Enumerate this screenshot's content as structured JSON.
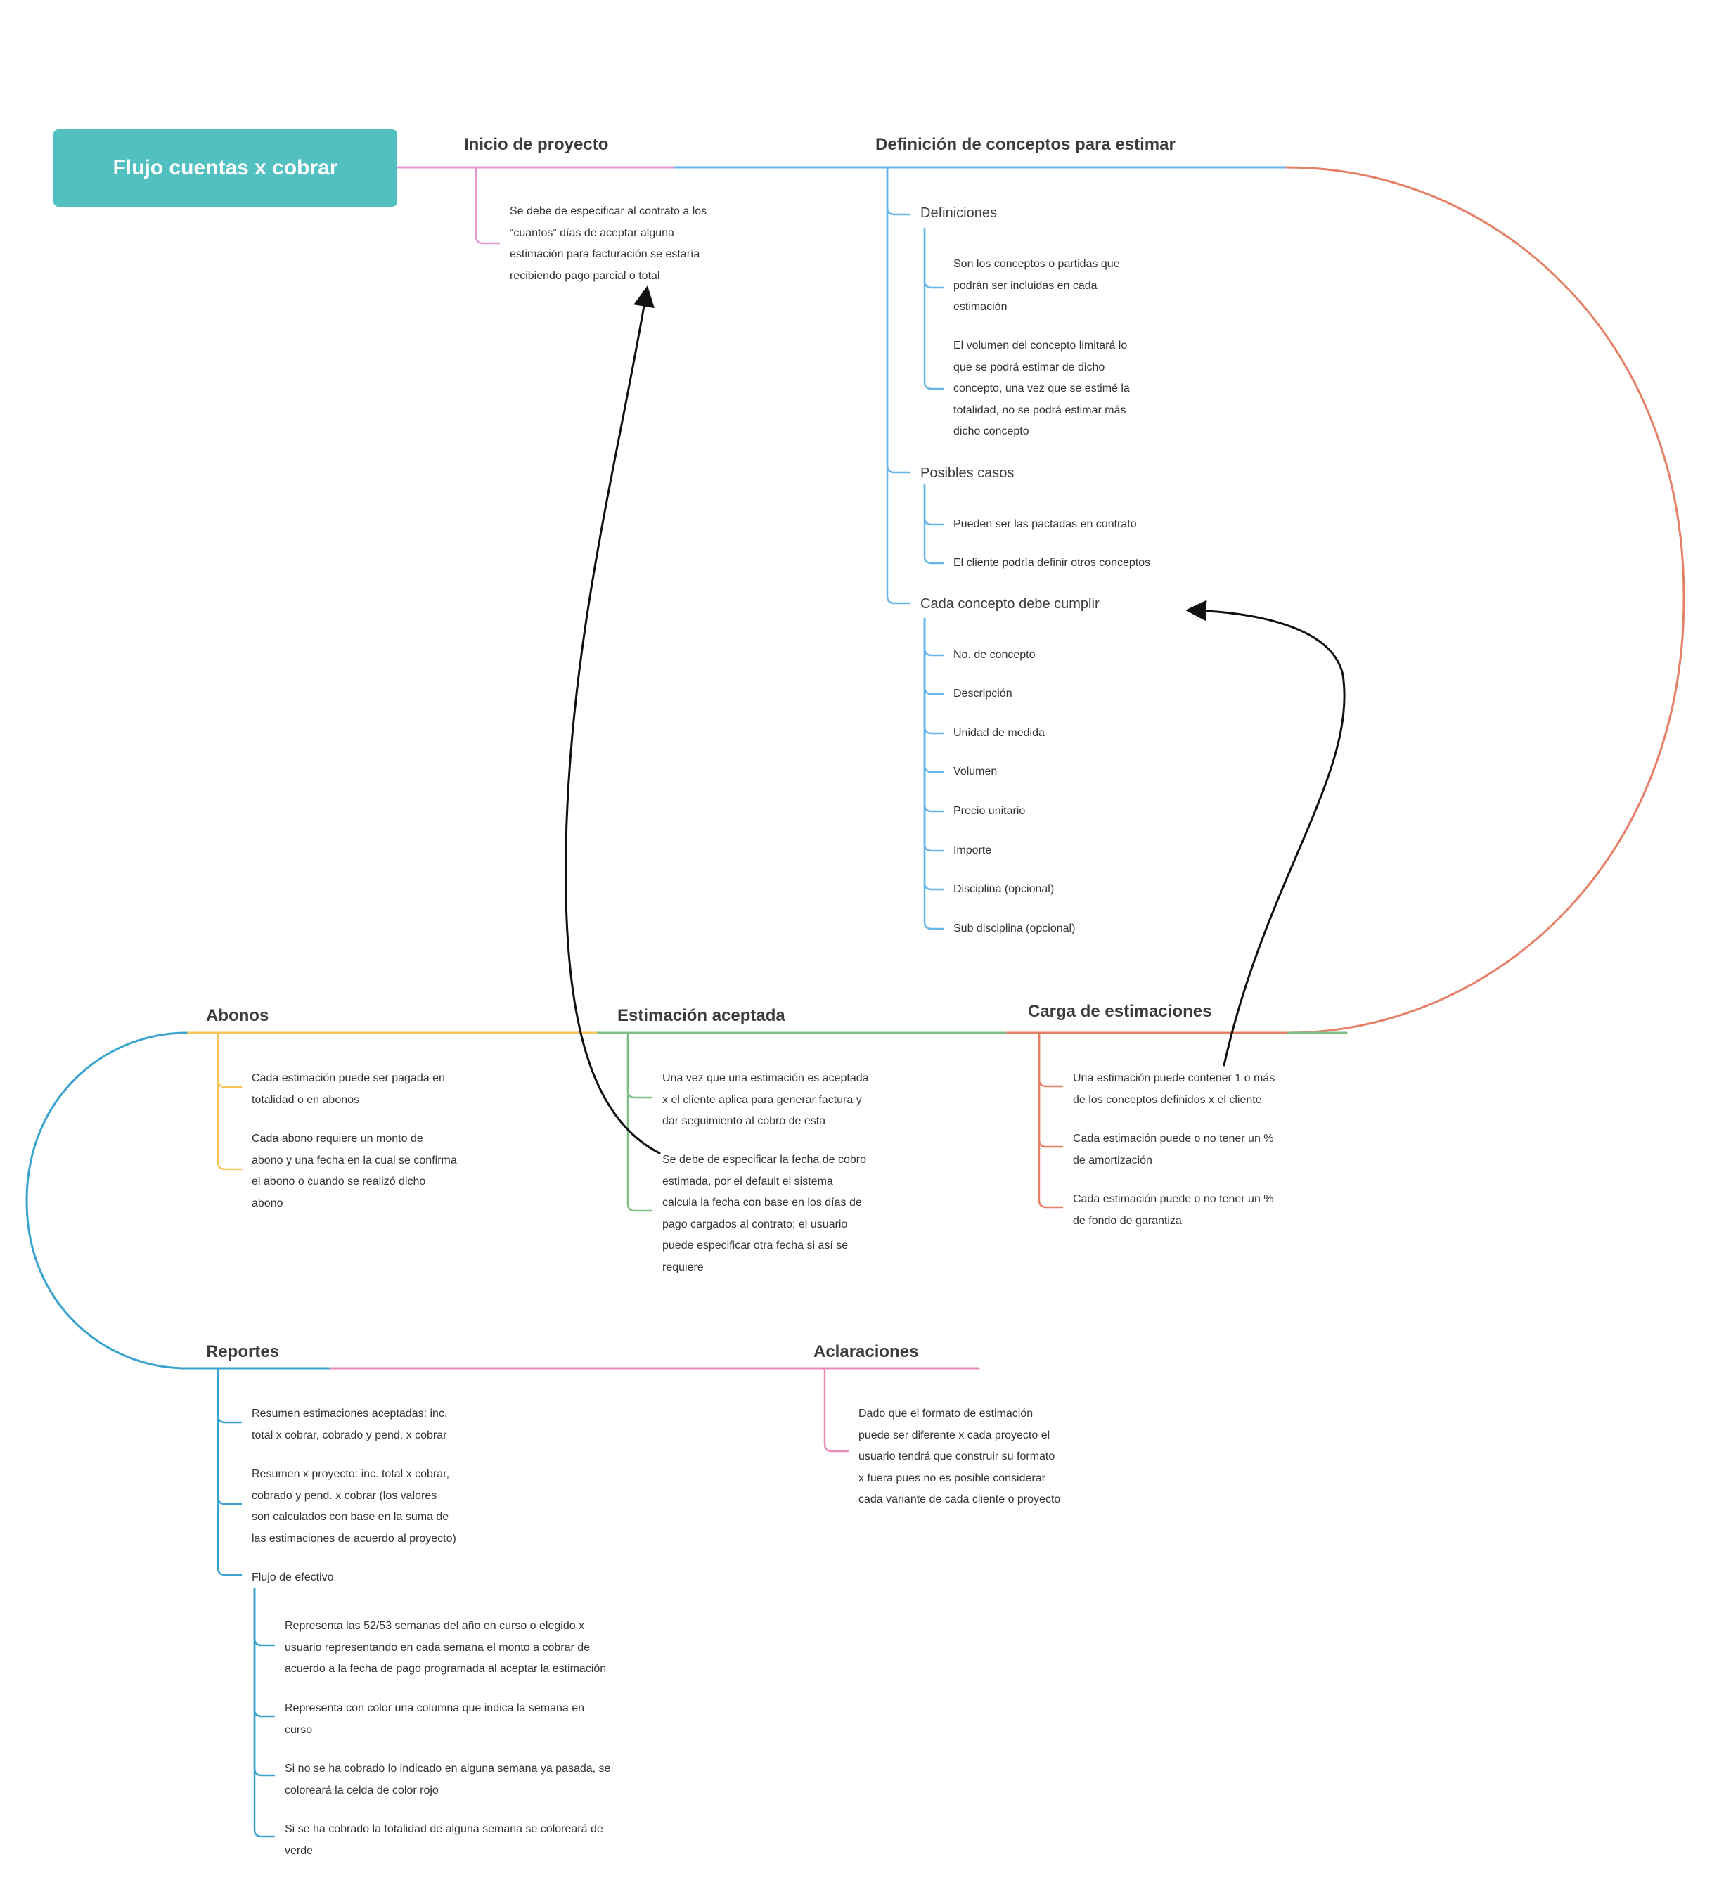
{
  "colors": {
    "root": "#52bfc1",
    "inicio": "#e39ad4",
    "definicion": "#66b6ec",
    "carga": "#e58066",
    "estimacion": "#7fbf86",
    "abonos": "#f6c65c",
    "reportes": "#3aa4cf",
    "aclaraciones": "#ea8ab8",
    "arrow": "#111111"
  },
  "root": {
    "label": "Flujo cuentas x cobrar"
  },
  "inicio": {
    "title": "Inicio de proyecto",
    "note": "Se debe de especificar al contrato a los\n“cuantos” días de aceptar alguna\nestimación para facturación se estaría\nrecibiendo pago parcial o total"
  },
  "definicion": {
    "title": "Definición de conceptos para estimar",
    "definiciones": {
      "label": "Definiciones",
      "items": [
        "Son los conceptos o partidas que\npodrán ser incluidas en cada\nestimación",
        "El volumen del concepto limitará lo\nque se podrá estimar de dicho\nconcepto, una vez que se estimé la\ntotalidad, no se podrá estimar más\ndicho concepto"
      ]
    },
    "casos": {
      "label": "Posibles casos",
      "items": [
        "Pueden ser las pactadas en contrato",
        "El cliente podría definir otros conceptos"
      ]
    },
    "cumplir": {
      "label": "Cada concepto debe cumplir",
      "items": [
        "No. de concepto",
        "Descripción",
        "Unidad de medida",
        "Volumen",
        "Precio unitario",
        "Importe",
        "Disciplina (opcional)",
        "Sub disciplina (opcional)"
      ]
    }
  },
  "carga": {
    "title": "Carga de estimaciones",
    "items": [
      "Una estimación puede contener 1 o más\nde los conceptos definidos x el cliente",
      "Cada estimación puede o no tener un %\nde amortización",
      "Cada estimación puede o no tener un %\nde fondo de garantiza"
    ]
  },
  "estimacion": {
    "title": "Estimación aceptada",
    "items": [
      "Una vez que una estimación es aceptada\nx el cliente aplica para generar factura y\ndar seguimiento al cobro de esta",
      "Se debe de especificar la fecha de cobro\nestimada, por el default el sistema\ncalcula la fecha con base en los días de\npago cargados al contrato; el usuario\npuede especificar otra fecha si así se\nrequiere"
    ]
  },
  "abonos": {
    "title": "Abonos",
    "items": [
      "Cada estimación puede ser pagada en\ntotalidad o en abonos",
      "Cada abono requiere un monto de\nabono y una fecha en la cual se confirma\nel abono o cuando se realizó dicho\nabono"
    ]
  },
  "reportes": {
    "title": "Reportes",
    "items": [
      "Resumen estimaciones aceptadas: inc.\ntotal x cobrar, cobrado y pend. x cobrar",
      "Resumen x proyecto: inc. total x cobrar,\ncobrado y pend. x cobrar (los valores\nson calculados con base en la suma de\nlas estimaciones de acuerdo al proyecto)"
    ],
    "flujo": {
      "label": "Flujo de efectivo",
      "items": [
        "Representa las 52/53 semanas del año en curso o elegido x\nusuario representando en cada semana el monto a cobrar de\nacuerdo a la fecha de pago programada al aceptar la estimación",
        "Representa con color una columna que indica la semana en\ncurso",
        "Si no se ha cobrado lo indicado en alguna semana ya pasada, se\ncoloreará la celda de color rojo",
        "Si se ha cobrado la totalidad de alguna semana se coloreará de\nverde"
      ]
    }
  },
  "aclaraciones": {
    "title": "Aclaraciones",
    "note": "Dado que el formato de estimación\npuede ser diferente x cada proyecto el\nusuario tendrá que construir su formato\nx fuera pues no es posible considerar\ncada variante de cada cliente o proyecto"
  }
}
